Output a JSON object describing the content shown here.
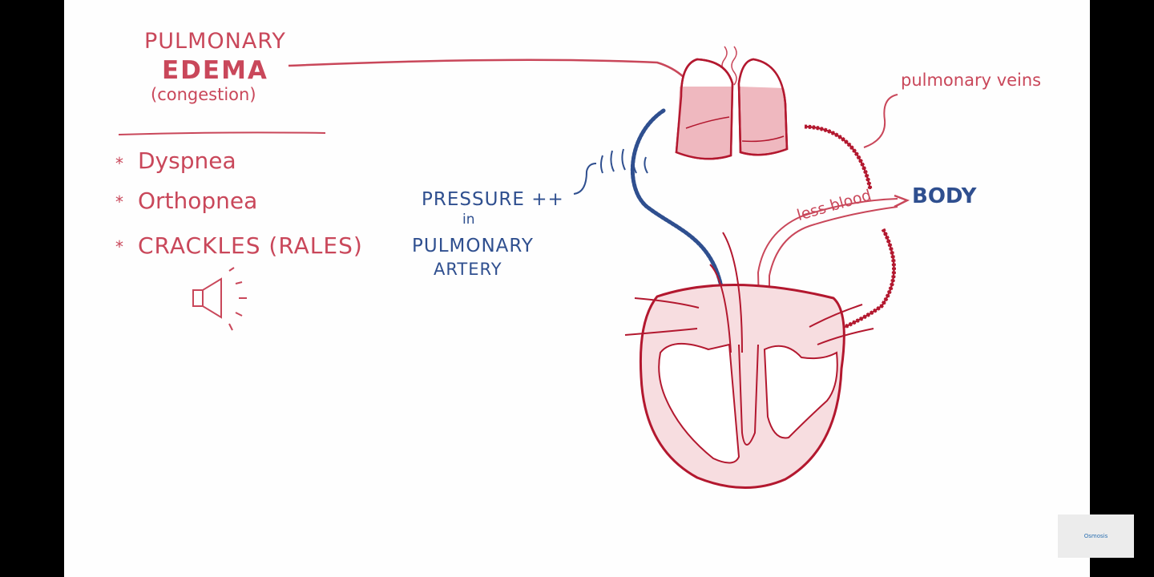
{
  "heading": {
    "line1": "PULMONARY",
    "line2": "EDEMA",
    "line3": "(congestion)"
  },
  "symptoms": {
    "bullet": "*",
    "items": [
      "Dyspnea",
      "Orthopnea",
      "CRACKLES (RALES)"
    ]
  },
  "pressure_label": {
    "line1": "PRESSURE ++",
    "line2": "in",
    "line3": "PULMONARY",
    "line4": "ARTERY"
  },
  "labels": {
    "body": "BODY",
    "pulmonary_veins": "pulmonary veins",
    "less_blood": "less blood"
  },
  "logo": {
    "text": "Osmosis"
  },
  "colors": {
    "red": "#c9475a",
    "dark_red": "#b3182f",
    "blue": "#2f4f8f",
    "pink_fill": "#efb8bf",
    "light_pink": "#f7dde0"
  },
  "icons": [
    "speaker-icon",
    "sound-waves-icon"
  ]
}
